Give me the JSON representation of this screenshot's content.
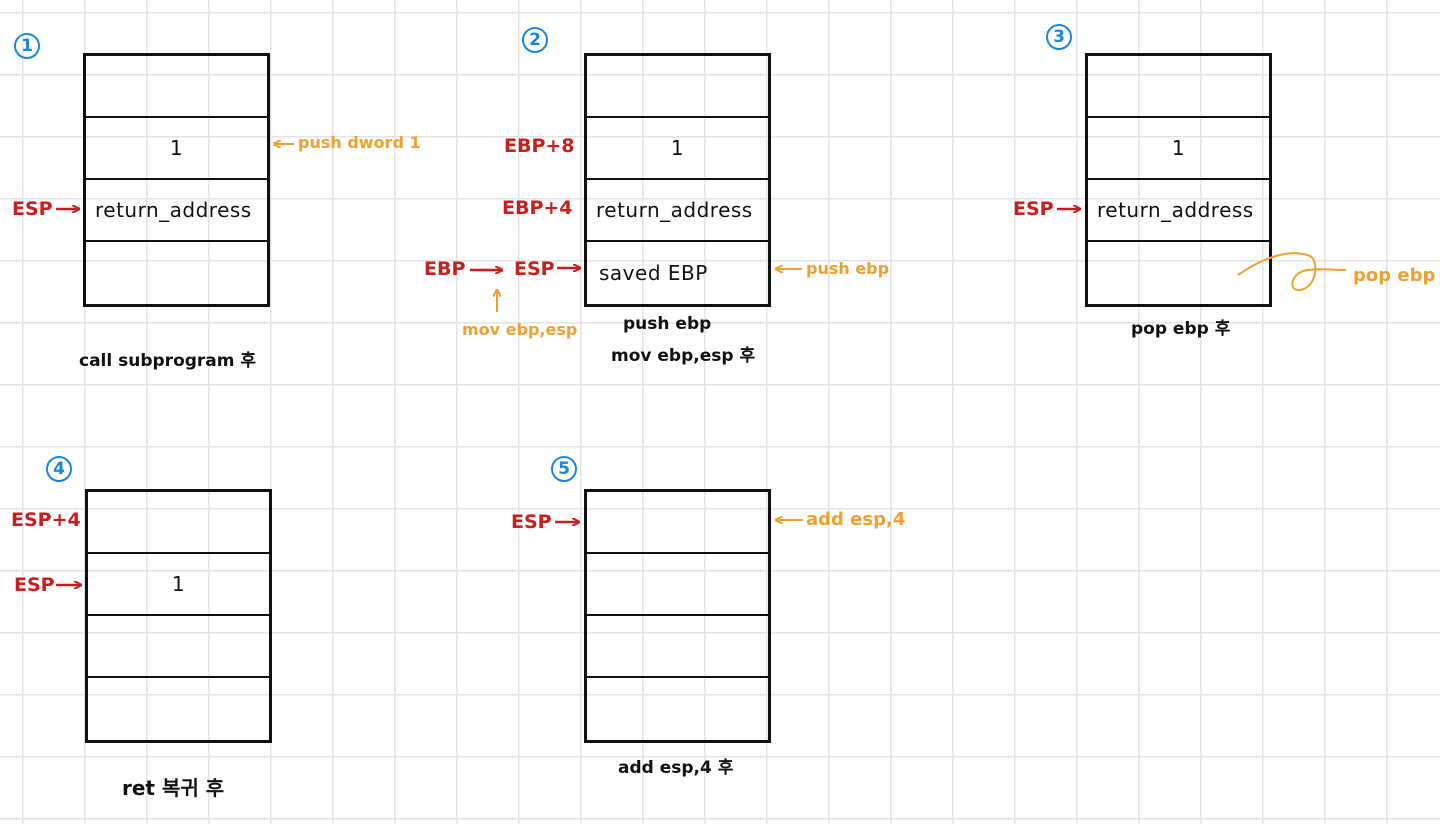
{
  "diagrams": [
    {
      "number": "1",
      "cells": [
        "",
        "1",
        "return_address",
        ""
      ],
      "labels": {
        "esp": "ESP"
      },
      "notes": {
        "push": "push dword 1"
      },
      "caption": "call subprogram 후"
    },
    {
      "number": "2",
      "cells": [
        "",
        "1",
        "return_address",
        "saved EBP"
      ],
      "labels": {
        "ebp8": "EBP+8",
        "ebp4": "EBP+4",
        "ebp": "EBP",
        "esp": "ESP"
      },
      "notes": {
        "push_ebp": "push ebp",
        "mov": "mov ebp,esp"
      },
      "caption_line1": "push ebp",
      "caption_line2": "mov ebp,esp 후"
    },
    {
      "number": "3",
      "cells": [
        "",
        "1",
        "return_address",
        ""
      ],
      "labels": {
        "esp": "ESP"
      },
      "notes": {
        "pop": "pop ebp"
      },
      "caption": "pop ebp 후"
    },
    {
      "number": "4",
      "cells": [
        "",
        "1",
        "",
        ""
      ],
      "labels": {
        "esp4": "ESP+4",
        "esp": "ESP"
      },
      "caption": "ret 복귀 후"
    },
    {
      "number": "5",
      "cells": [
        "",
        "",
        "",
        ""
      ],
      "labels": {
        "esp": "ESP"
      },
      "notes": {
        "add": "add esp,4"
      },
      "caption": "add esp,4 후"
    }
  ],
  "colors": {
    "number": "#1a86e0",
    "register": "#c81e1e",
    "note": "#f0a030",
    "ink": "#111111"
  }
}
